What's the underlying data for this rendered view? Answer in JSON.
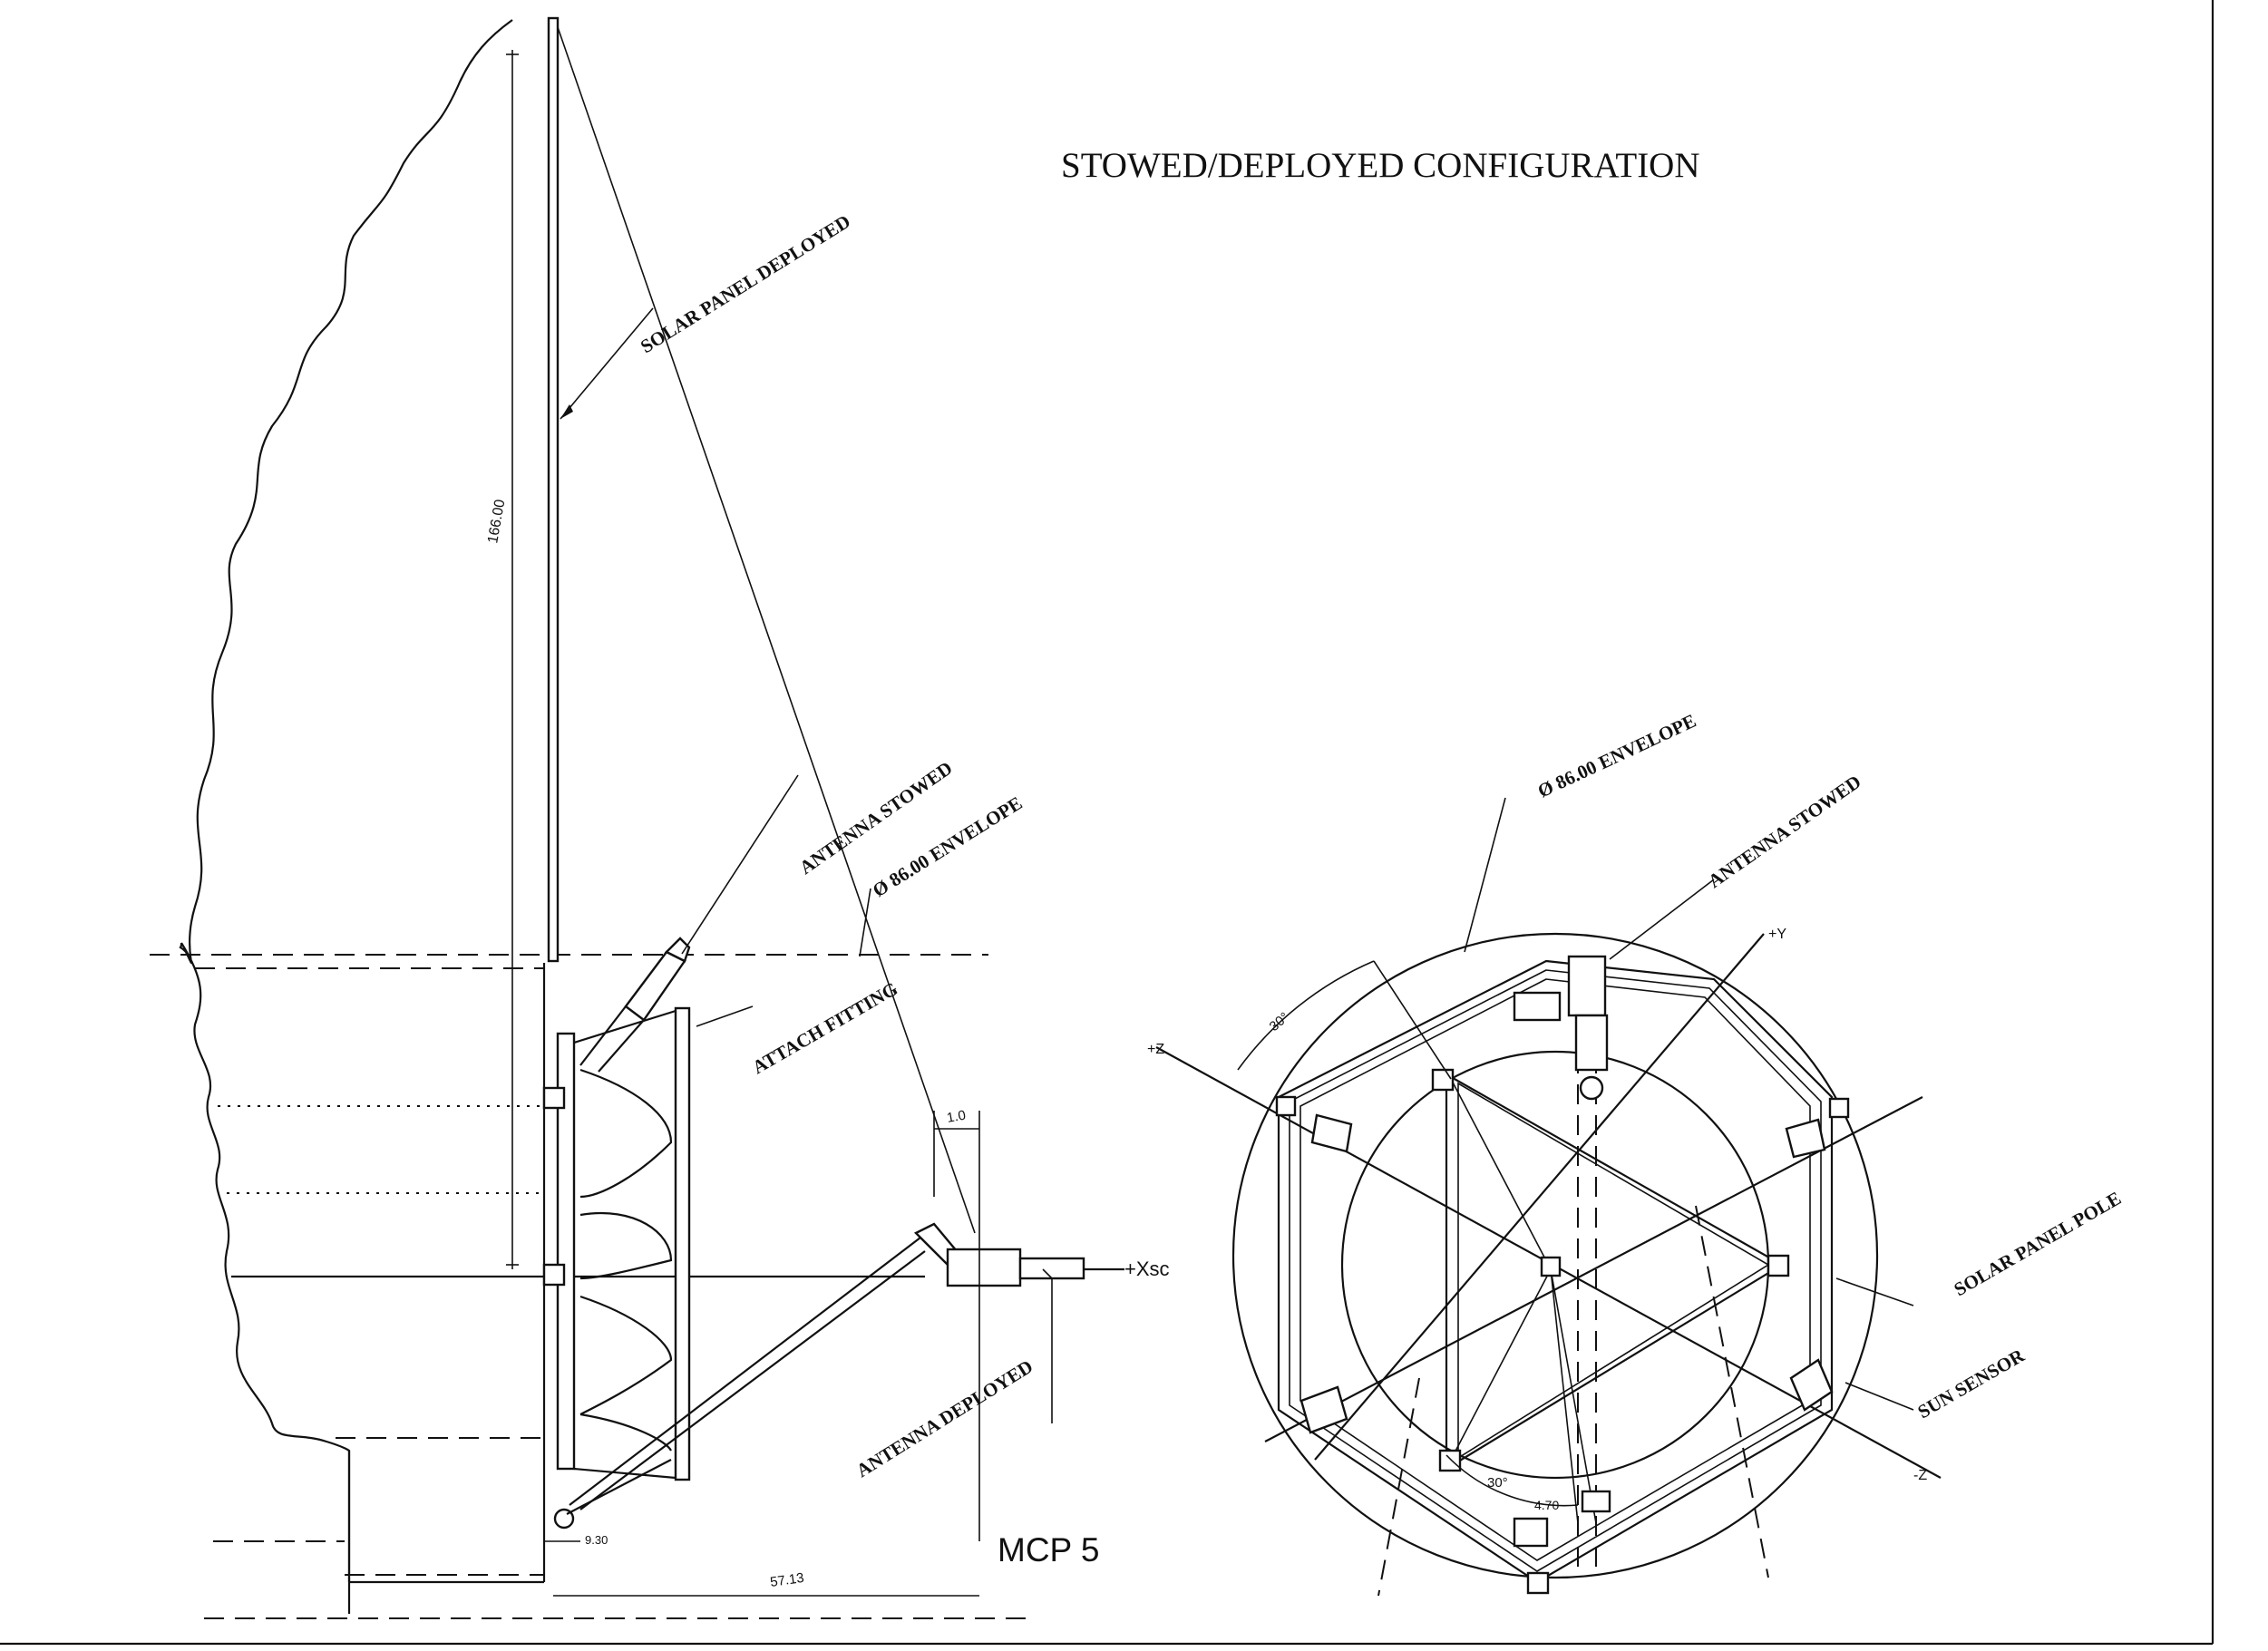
{
  "title": "STOWED/DEPLOYED CONFIGURATION",
  "side_view": {
    "solar_panel_deployed": "SOLAR PANEL DEPLOYED",
    "antenna_stowed": "ANTENNA STOWED",
    "envelope": "Ø 86.00 ENVELOPE",
    "attach_fitting": "ATTACH  FITTING",
    "antenna_deployed": "ANTENNA DEPLOYED",
    "panel_length": "166.00",
    "x_axis": "+Xsc",
    "dim_small": "1.0",
    "dim_bottom": "57.13",
    "dim_offset": "9.30"
  },
  "top_view": {
    "envelope": "Ø 86.00 ENVELOPE",
    "antenna_stowed": "ANTENNA STOWED",
    "solar_panel": "SOLAR PANEL POLE",
    "sun_sensor": "SUN SENSOR",
    "plus_y": "+Y",
    "plus_z": "+Z",
    "minus_z": "-Z",
    "angle_top": "30°",
    "angle_inner": "30°",
    "dim_inner": "4.70"
  },
  "mcp_label": "MCP 5",
  "colors": {
    "ink": "#111111",
    "paper": "#ffffff"
  }
}
